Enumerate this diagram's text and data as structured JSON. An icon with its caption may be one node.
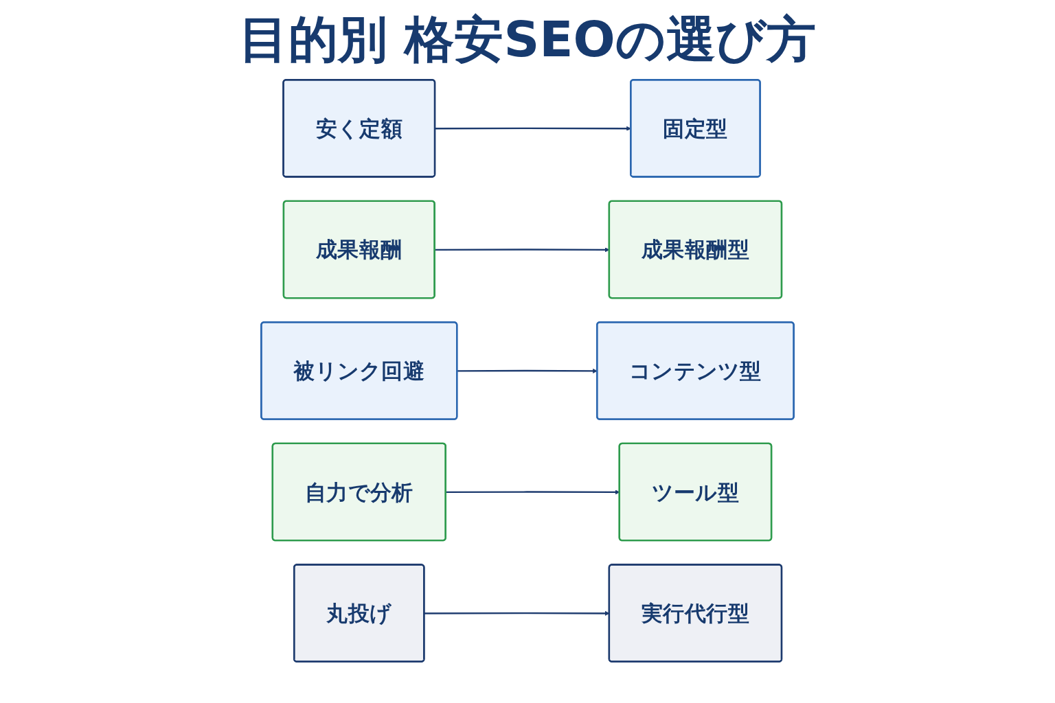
{
  "diagram": {
    "title": "目的別 格安SEOの選び方",
    "nodes": [
      {
        "text": [
          "安く定額"
        ]
      },
      {
        "text": [
          "固定型"
        ]
      },
      {
        "text": [
          "成果報酬"
        ]
      },
      {
        "text": [
          "成果報酬型"
        ]
      },
      {
        "text": [
          "被リンク回避"
        ]
      },
      {
        "text": [
          "コンテンツ型"
        ]
      },
      {
        "text": [
          "自力で分析"
        ]
      },
      {
        "text": [
          "ツール型"
        ]
      },
      {
        "text": [
          "丸投げ"
        ]
      },
      {
        "text": [
          "実行代行型"
        ]
      }
    ],
    "edges": [
      {
        "from": 0,
        "to": 1,
        "arrow": "to"
      },
      {
        "from": 2,
        "to": 3,
        "arrow": "to"
      },
      {
        "from": 4,
        "to": 5,
        "arrow": "to"
      },
      {
        "from": 6,
        "to": 7,
        "arrow": "to"
      },
      {
        "from": 8,
        "to": 9,
        "arrow": "to"
      }
    ]
  }
}
